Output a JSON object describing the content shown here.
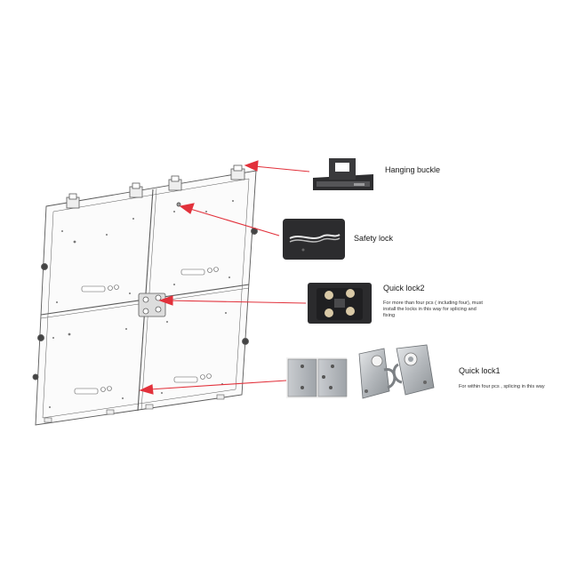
{
  "callouts": {
    "hanging_buckle": {
      "label": "Hanging buckle"
    },
    "safety_lock": {
      "label": "Safety lock"
    },
    "quick_lock2": {
      "label": "Quick lock2",
      "note": "For more than four pcs ( including four), must install the locks in this way for splicing and fixing"
    },
    "quick_lock1": {
      "label": "Quick lock1",
      "note": "For within four pcs , splicing in this way"
    }
  },
  "colors": {
    "arrow": "#e2313b",
    "panel_line": "#5a5a5a",
    "photo_dark": "#2e2e30",
    "metal": "#b8bcc0"
  }
}
